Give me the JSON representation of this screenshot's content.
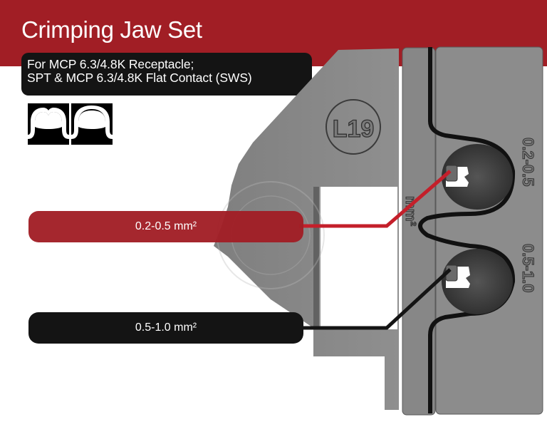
{
  "header": {
    "title": "Crimping Jaw Set",
    "subtitle_line1": "For MCP 6.3/4.8K Receptacle;",
    "subtitle_line2": "SPT & MCP 6.3/4.8K Flat Contact (SWS)"
  },
  "profile_icons": [
    {
      "name": "double-bell-crimp-profile-icon"
    },
    {
      "name": "single-bell-crimp-profile-icon"
    }
  ],
  "jaw": {
    "model_stamp": "L19",
    "unit_stamp": "mm²",
    "cavity_stamps": [
      "0.2-0.5",
      "0.5-1.0"
    ]
  },
  "callouts": [
    {
      "label": "0.2-0.5 mm²",
      "color": "#a11e25"
    },
    {
      "label": "0.5-1.0 mm²",
      "color": "#141414"
    }
  ],
  "colors": {
    "brand_red": "#a11e25",
    "dark": "#141414",
    "steel": "#8a8a8a"
  }
}
